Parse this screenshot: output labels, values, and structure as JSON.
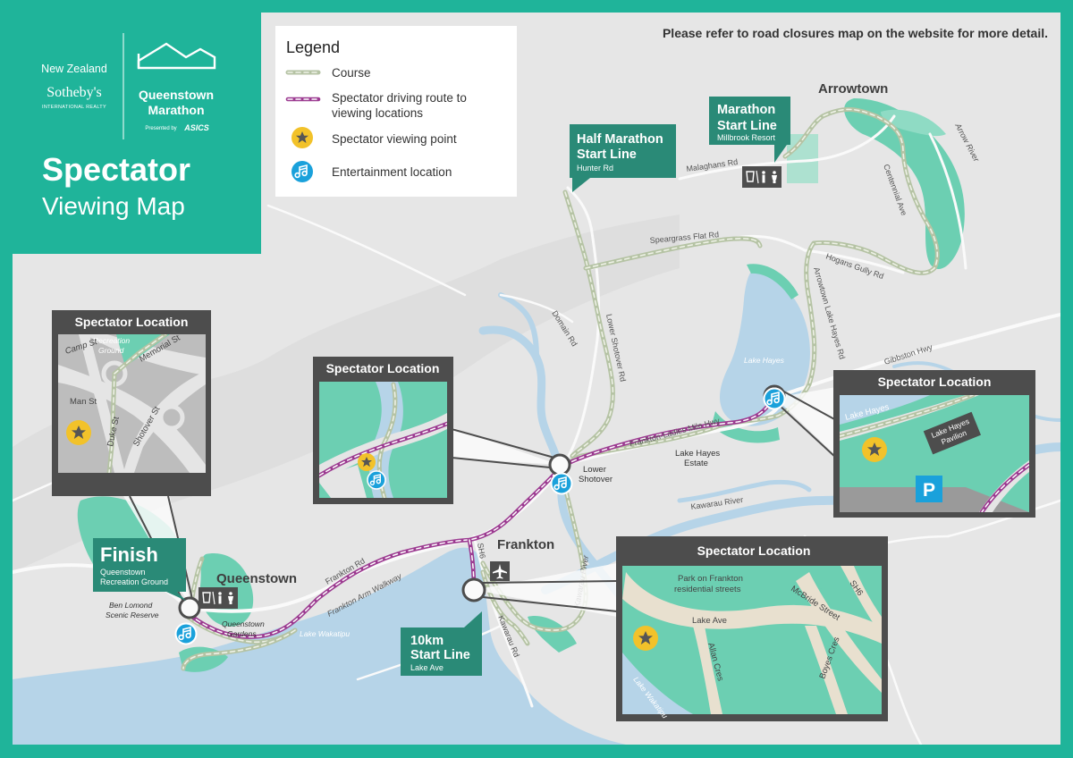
{
  "branding": {
    "sponsor_line1": "New Zealand",
    "sponsor_line2": "Sotheby's",
    "sponsor_line3": "INTERNATIONAL REALTY",
    "event_line1": "Queenstown",
    "event_line2": "Marathon",
    "presented_by": "Presented by",
    "presenter": "ASICS"
  },
  "title": {
    "line1": "Spectator",
    "line2": "Viewing Map"
  },
  "notice": "Please refer to road closures map on the website for more detail.",
  "legend": {
    "heading": "Legend",
    "items": [
      {
        "label": "Course"
      },
      {
        "label": "Spectator driving route to",
        "label2": "viewing locations"
      },
      {
        "label": "Spectator viewing point"
      },
      {
        "label": "Entertainment location"
      }
    ]
  },
  "colors": {
    "teal_bg": "#1fb49a",
    "map_bg": "#e6e6e6",
    "water": "#b6d4e8",
    "park": "#6ccfb2",
    "dark_tag": "#2a8a77",
    "drive": "#9c3b91",
    "star": "#f2c22a",
    "music": "#1aa1db",
    "inset_frame": "#4d4d4d",
    "parking": "#1aa1db"
  },
  "places": {
    "arrowtown": "Arrowtown",
    "queenstown": "Queenstown",
    "frankton": "Frankton",
    "lower_shotover_1": "Lower",
    "lower_shotover_2": "Shotover",
    "lake_hayes_estate_1": "Lake Hayes",
    "lake_hayes_estate_2": "Estate",
    "lake_hayes": "Lake Hayes",
    "lake_wakatipu": "Lake Wakatipu",
    "ben_lomond_1": "Ben Lomond",
    "ben_lomond_2": "Scenic Reserve",
    "qt_gardens_1": "Queenstown",
    "qt_gardens_2": "Gardens"
  },
  "roads": {
    "malaghans": "Malaghans Rd",
    "speargrass": "Speargrass Flat Rd",
    "hogans": "Hogans Gully Rd",
    "centennial": "Centennial Ave",
    "arrow_river": "Arrow River",
    "arrowtown_lake_hayes": "Arrowtown Lake Hayes Rd",
    "gibbston": "Gibbston Hwy",
    "domain": "Domain Rd",
    "lower_shotover": "Lower Shotover Rd",
    "frankton_ladies": "Frankton-Ladies Mile Hwy",
    "kawarau_river": "Kawarau River",
    "frankton_rd": "Frankton Rd",
    "frankton_arm": "Frankton Arm Walkway",
    "sh6": "SH6",
    "kawarau_rd": "Kawarau Rd",
    "kawarau_river_vert": "Kawarau River"
  },
  "tags": {
    "marathon_start": {
      "line1": "Marathon",
      "line2": "Start Line",
      "sub": "Millbrook Resort"
    },
    "half_start": {
      "line1": "Half Marathon",
      "line2": "Start Line",
      "sub": "Hunter Rd"
    },
    "finish": {
      "line1": "Finish",
      "sub1": "Queenstown",
      "sub2": "Recreation Ground"
    },
    "tenk_start": {
      "line1": "10km",
      "line2": "Start Line",
      "sub": "Lake Ave"
    }
  },
  "insets": {
    "queenstown": {
      "title": "Spectator Location",
      "labels": {
        "recreation1": "Recreation",
        "recreation2": "Ground",
        "camp": "Camp St",
        "memorial": "Memorial St",
        "man": "Man St",
        "duke": "Duke St",
        "shotover": "Shotover St"
      }
    },
    "shotover": {
      "title": "Spectator Location"
    },
    "lake_hayes": {
      "title": "Spectator Location",
      "labels": {
        "lake": "Lake Hayes",
        "pavilion1": "Lake Hayes",
        "pavilion2": "Pavilion",
        "parking": "P"
      }
    },
    "frankton": {
      "title": "Spectator Location",
      "labels": {
        "park1": "Park on Frankton",
        "park2": "residential streets",
        "mcbride": "McBride Street",
        "sh6": "SH6",
        "lake_ave": "Lake Ave",
        "allan": "Allan Cres",
        "boyes": "Boyes Cres",
        "wakatipu": "Lake Wakatipu"
      }
    }
  }
}
